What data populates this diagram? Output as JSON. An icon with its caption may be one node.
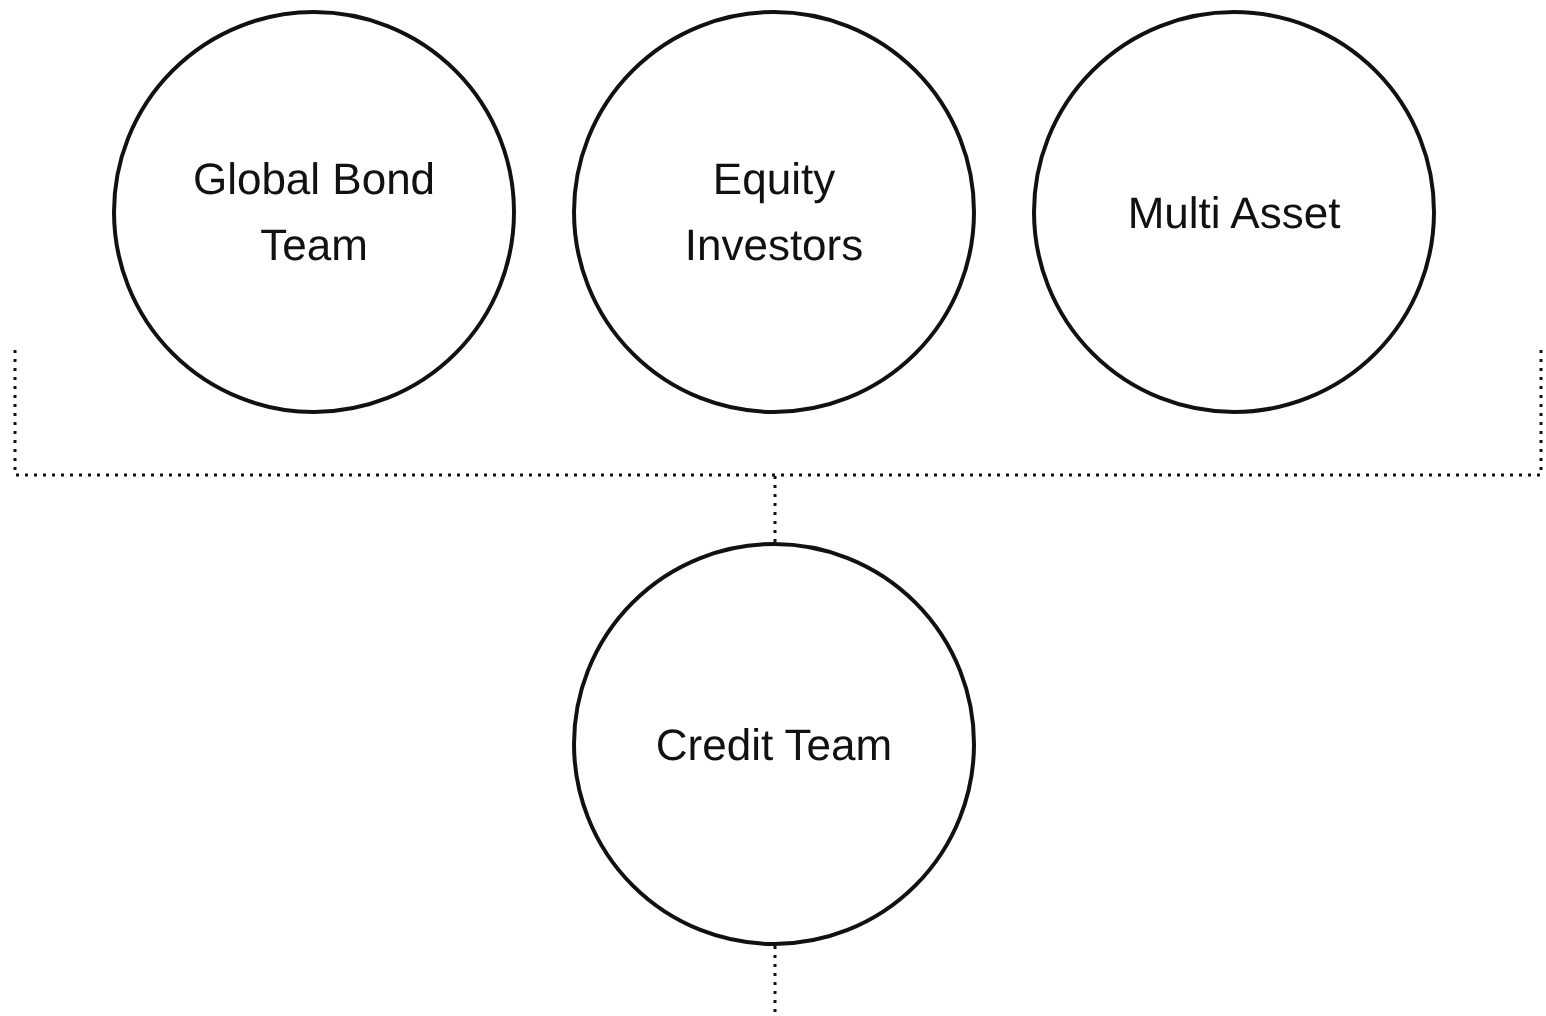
{
  "diagram": {
    "nodes": [
      {
        "text": [
          "Global Bond Team"
        ]
      },
      {
        "text": [
          "Equity Investors"
        ]
      },
      {
        "text": [
          "Multi Asset"
        ]
      },
      {
        "text": [
          "Credit Team"
        ]
      }
    ],
    "edges": [
      {
        "from": null,
        "to": 3,
        "arrow": "none",
        "style": "dashed"
      },
      {
        "from": 3,
        "to": null,
        "arrow": "none",
        "style": "dashed"
      }
    ]
  }
}
